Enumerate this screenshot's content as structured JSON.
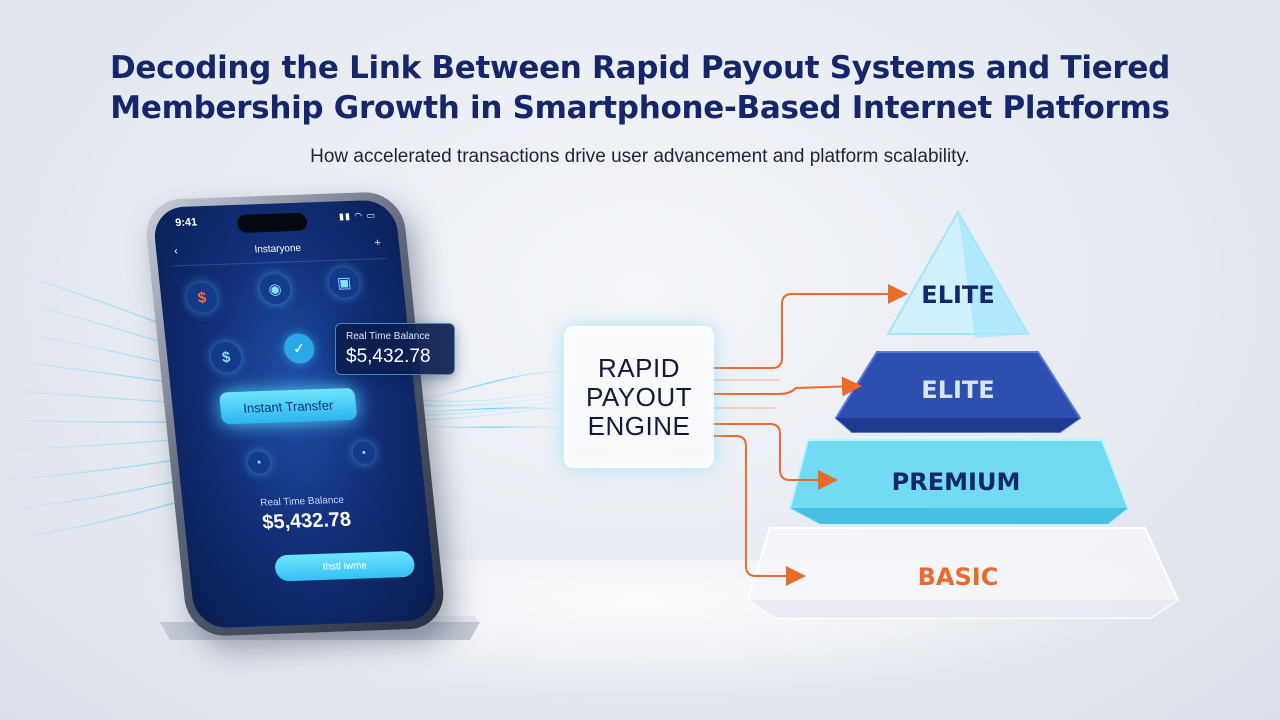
{
  "header": {
    "title_line1": "Decoding the Link Between Rapid Payout Systems and Tiered",
    "title_line2": "Membership Growth in Smartphone-Based Internet Platforms",
    "subtitle": "How accelerated transactions drive user advancement and platform scalability."
  },
  "phone": {
    "status_time": "9:41",
    "nav_back": "‹",
    "nav_title": "Instaryone",
    "nav_plus": "+",
    "icons": [
      "dollar-icon",
      "wallet-icon",
      "card-icon",
      "dollar-icon",
      "check-icon",
      "card-icon",
      "card-icon"
    ],
    "icon_glyphs": [
      "$",
      "◉",
      "▣",
      "$",
      "✓",
      "▪",
      "▪"
    ],
    "transfer_button": "Instant Transfer",
    "balance_label": "Real Time Balance",
    "balance_value": "$5,432.78",
    "action_button": "Ihstl iwme"
  },
  "popup": {
    "label": "Real Time Balance",
    "value": "$5,432.78"
  },
  "engine": {
    "line1": "RAPID",
    "line2": "PAYOUT",
    "line3": "ENGINE"
  },
  "tiers": [
    {
      "name": "ELITE",
      "color": "#15266b"
    },
    {
      "name": "ELITE",
      "color": "#d6e6ff"
    },
    {
      "name": "PREMIUM",
      "color": "#13286a"
    },
    {
      "name": "BASIC",
      "color": "#e86a2c"
    }
  ],
  "colors": {
    "title": "#16266b",
    "arrow": "#ec6a2c",
    "tier_top": "#bff0ff",
    "tier_elite": "#2f4fb0",
    "tier_premium": "#55d6f0",
    "tier_basic": "#f5f6fa"
  }
}
